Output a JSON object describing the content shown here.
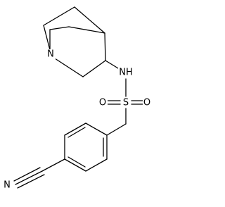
{
  "atom_labels": {
    "n_ring": "N",
    "nh": "NH",
    "o_left": "O",
    "s": "S",
    "o_right": "O",
    "n_nitrile": "N"
  },
  "colors": {
    "bond": "#000000",
    "label": "#000000",
    "background": "#ffffff"
  }
}
